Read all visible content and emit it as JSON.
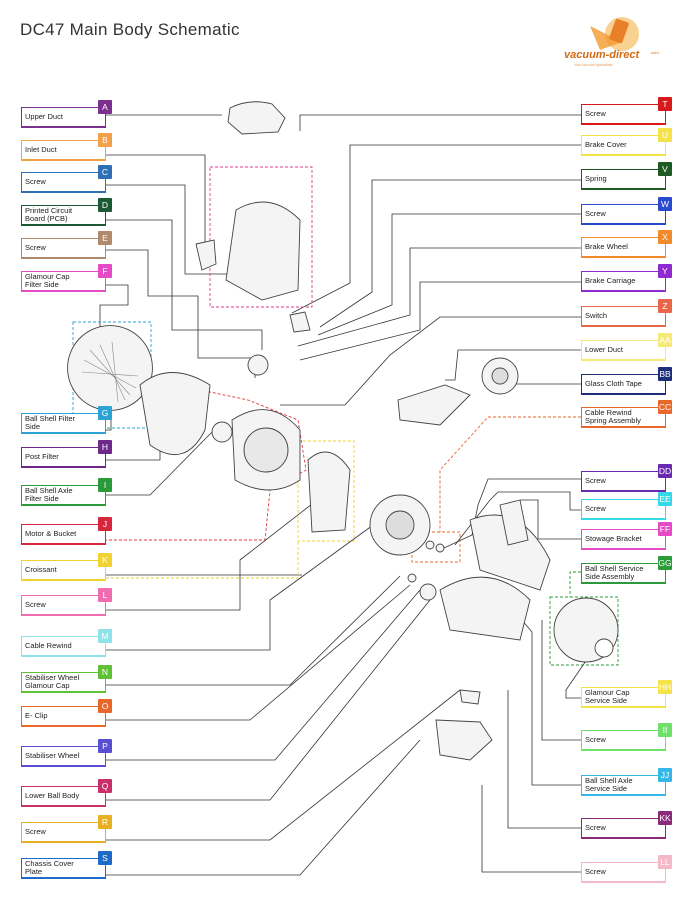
{
  "title": "DC47 Main Body Schematic",
  "logo": {
    "text": "vacuum-direct",
    "suffix": ".com",
    "tagline": "Your vacuum specialists"
  },
  "labels": [
    {
      "code": "A",
      "name": "Upper Duct",
      "color": "#7b2f8e"
    },
    {
      "code": "B",
      "name": "Inlet Duct",
      "color": "#f2a04a"
    },
    {
      "code": "C",
      "name": "Screw",
      "color": "#2f6fb5"
    },
    {
      "code": "D",
      "name": "Printed Circuit Board (PCB)",
      "color": "#1c5a36"
    },
    {
      "code": "E",
      "name": "Screw",
      "color": "#b08a6a"
    },
    {
      "code": "F",
      "name": "Glamour Cap Filter Side",
      "color": "#e64bc7"
    },
    {
      "code": "G",
      "name": "Ball Shell Filter Side",
      "color": "#2ba3d6"
    },
    {
      "code": "H",
      "name": "Post Filter",
      "color": "#6e2a8a"
    },
    {
      "code": "I",
      "name": "Ball Shell Axle Filter Side",
      "color": "#2b9a3a"
    },
    {
      "code": "J",
      "name": "Motor & Bucket",
      "color": "#d7263d"
    },
    {
      "code": "K",
      "name": "Croissant",
      "color": "#f2d230"
    },
    {
      "code": "L",
      "name": "Screw",
      "color": "#f06bb0"
    },
    {
      "code": "M",
      "name": "Cable Rewind",
      "color": "#8fe3e8"
    },
    {
      "code": "N",
      "name": "Stabiliser Wheel Glamour Cap",
      "color": "#5fc234"
    },
    {
      "code": "O",
      "name": "E- Clip",
      "color": "#e8672a"
    },
    {
      "code": "P",
      "name": "Stabiliser Wheel",
      "color": "#5a4fd1"
    },
    {
      "code": "Q",
      "name": "Lower Ball Body",
      "color": "#c9306a"
    },
    {
      "code": "R",
      "name": "Screw",
      "color": "#e6b020"
    },
    {
      "code": "S",
      "name": "Chassis Cover Plate",
      "color": "#1d6ac9"
    },
    {
      "code": "T",
      "name": "Screw",
      "color": "#d7191c"
    },
    {
      "code": "U",
      "name": "Brake Cover",
      "color": "#f5e24a"
    },
    {
      "code": "V",
      "name": "Spring",
      "color": "#1f5a24"
    },
    {
      "code": "W",
      "name": "Screw",
      "color": "#2a4ad0"
    },
    {
      "code": "X",
      "name": "Brake Wheel",
      "color": "#f08a2a"
    },
    {
      "code": "Y",
      "name": "Brake Carriage",
      "color": "#8f2ad0"
    },
    {
      "code": "Z",
      "name": "Switch",
      "color": "#e8664a"
    },
    {
      "code": "AA",
      "name": "Lower Duct",
      "color": "#f5e97a"
    },
    {
      "code": "BB",
      "name": "Glass Cloth Tape",
      "color": "#1d2f7a"
    },
    {
      "code": "CC",
      "name": "Cable Rewind Spring Assembly",
      "color": "#e8672a"
    },
    {
      "code": "DD",
      "name": "Screw",
      "color": "#6a2ab0"
    },
    {
      "code": "EE",
      "name": "Screw",
      "color": "#35d8e6"
    },
    {
      "code": "FF",
      "name": "Stowage Bracket",
      "color": "#e64bc7"
    },
    {
      "code": "GG",
      "name": "Ball Shell Service Side Assembly",
      "color": "#2b9a3a"
    },
    {
      "code": "HH",
      "name": "Glamour Cap Service Side",
      "color": "#f5e24a"
    },
    {
      "code": "II",
      "name": "Screw",
      "color": "#6fe06a"
    },
    {
      "code": "JJ",
      "name": "Ball Shell Axle Service Side",
      "color": "#35b8e6"
    },
    {
      "code": "KK",
      "name": "Screw",
      "color": "#8a2a7a"
    },
    {
      "code": "LL",
      "name": "Screw",
      "color": "#f4b8c8"
    }
  ]
}
